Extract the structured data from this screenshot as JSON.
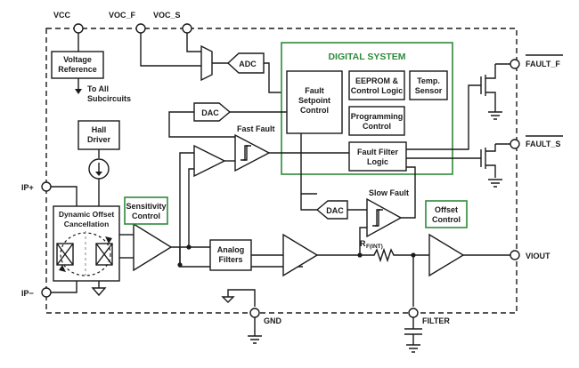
{
  "pins": {
    "vcc": "VCC",
    "voc_f": "VOC_F",
    "voc_s": "VOC_S",
    "fault_f": "FAULT_F",
    "fault_s": "FAULT_S",
    "ip_plus": "IP+",
    "ip_minus": "IP−",
    "viout": "VIOUT",
    "gnd": "GND",
    "filter": "FILTER"
  },
  "digital_system": {
    "title": "DIGITAL SYSTEM",
    "fault_setpoint": [
      "Fault",
      "Setpoint",
      "Control"
    ],
    "eeprom": [
      "EEPROM &",
      "Control Logic"
    ],
    "temp_sensor": [
      "Temp.",
      "Sensor"
    ],
    "programming": [
      "Programming",
      "Control"
    ],
    "fault_filter": [
      "Fault Filter",
      "Logic"
    ]
  },
  "blocks": {
    "voltage_reference": [
      "Voltage",
      "Reference"
    ],
    "to_all": [
      "To All",
      "Subcircuits"
    ],
    "adc": "ADC",
    "dac_fast": "DAC",
    "dac_slow": "DAC",
    "hall_driver": [
      "Hall",
      "Driver"
    ],
    "dynamic_offset": [
      "Dynamic Offset",
      "Cancellation"
    ],
    "sensitivity": [
      "Sensitivity",
      "Control"
    ],
    "analog_filters": [
      "Analog",
      "Filters"
    ],
    "offset_control": [
      "Offset",
      "Control"
    ],
    "fast_fault": "Fast Fault",
    "slow_fault": "Slow Fault",
    "rf_main": "R",
    "rf_sub": "F(INT)"
  },
  "colors": {
    "line": "#1a1a1a",
    "digital_green": "#2e8b3a",
    "background": "#ffffff"
  }
}
